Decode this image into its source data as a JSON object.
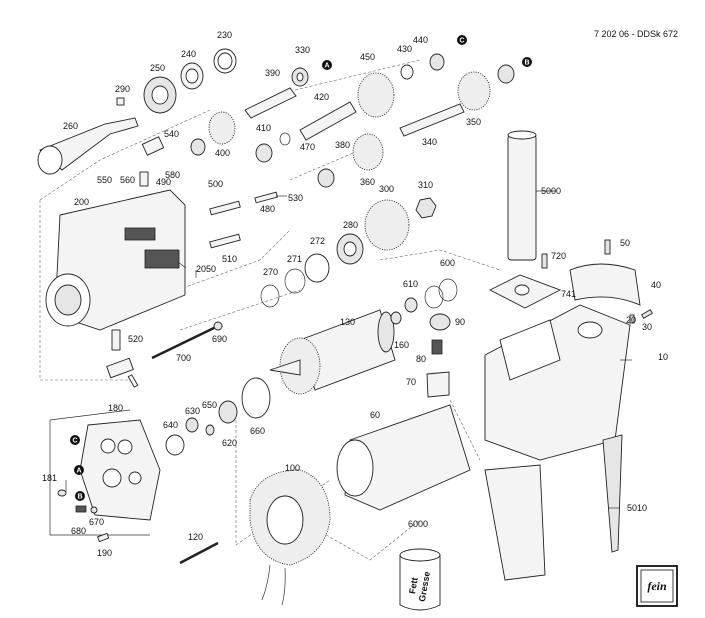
{
  "document": {
    "reference": "7 202 06 - DDSk 672",
    "brand_logo": "fein"
  },
  "markers": [
    "A",
    "B",
    "C"
  ],
  "parts": [
    "10",
    "20",
    "30",
    "40",
    "50",
    "60",
    "70",
    "80",
    "90",
    "100",
    "120",
    "130",
    "160",
    "180",
    "181",
    "190",
    "200",
    "230",
    "240",
    "250",
    "260",
    "270",
    "271",
    "272",
    "280",
    "290",
    "300",
    "310",
    "330",
    "340",
    "350",
    "360",
    "380",
    "390",
    "400",
    "410",
    "420",
    "430",
    "440",
    "450",
    "470",
    "480",
    "490",
    "500",
    "510",
    "520",
    "530",
    "540",
    "550",
    "560",
    "580",
    "600",
    "610",
    "620",
    "630",
    "640",
    "650",
    "660",
    "670",
    "680",
    "690",
    "700",
    "720",
    "741",
    "2050",
    "5000",
    "5010",
    "6000"
  ],
  "grease_can": {
    "line1": "Fett",
    "line2": "Gresse"
  }
}
